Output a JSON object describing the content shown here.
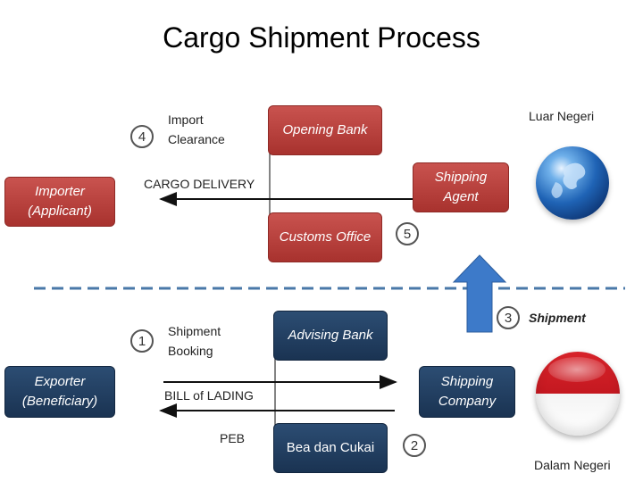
{
  "title": "Cargo Shipment Process",
  "regions": {
    "top": "Luar Negeri",
    "bottom": "Dalam Negeri"
  },
  "boxes": {
    "opening_bank": "Opening Bank",
    "customs_office": "Customs Office",
    "shipping_agent_l1": "Shipping",
    "shipping_agent_l2": "Agent",
    "importer_l1": "Importer",
    "importer_l2": "(Applicant)",
    "advising_bank": "Advising Bank",
    "bea_dan_cukai": "Bea dan Cukai",
    "shipping_company_l1": "Shipping",
    "shipping_company_l2": "Company",
    "exporter_l1": "Exporter",
    "exporter_l2": "(Beneficiary)"
  },
  "steps": [
    {
      "num": "1",
      "line1": "Shipment",
      "line2": "Booking"
    },
    {
      "num": "2"
    },
    {
      "num": "3",
      "line1": "Shipment"
    },
    {
      "num": "4",
      "line1": "Import",
      "line2": "Clearance"
    },
    {
      "num": "5"
    }
  ],
  "arrows": {
    "cargo_delivery": "CARGO DELIVERY",
    "bill_of_lading": "BILL of LADING",
    "peb": "PEB"
  },
  "colors": {
    "red_box": "#b03b36",
    "blue_box": "#1f3a5c",
    "arrow_up": "#3d7ac9",
    "dashed_line": "#4a78a8"
  }
}
